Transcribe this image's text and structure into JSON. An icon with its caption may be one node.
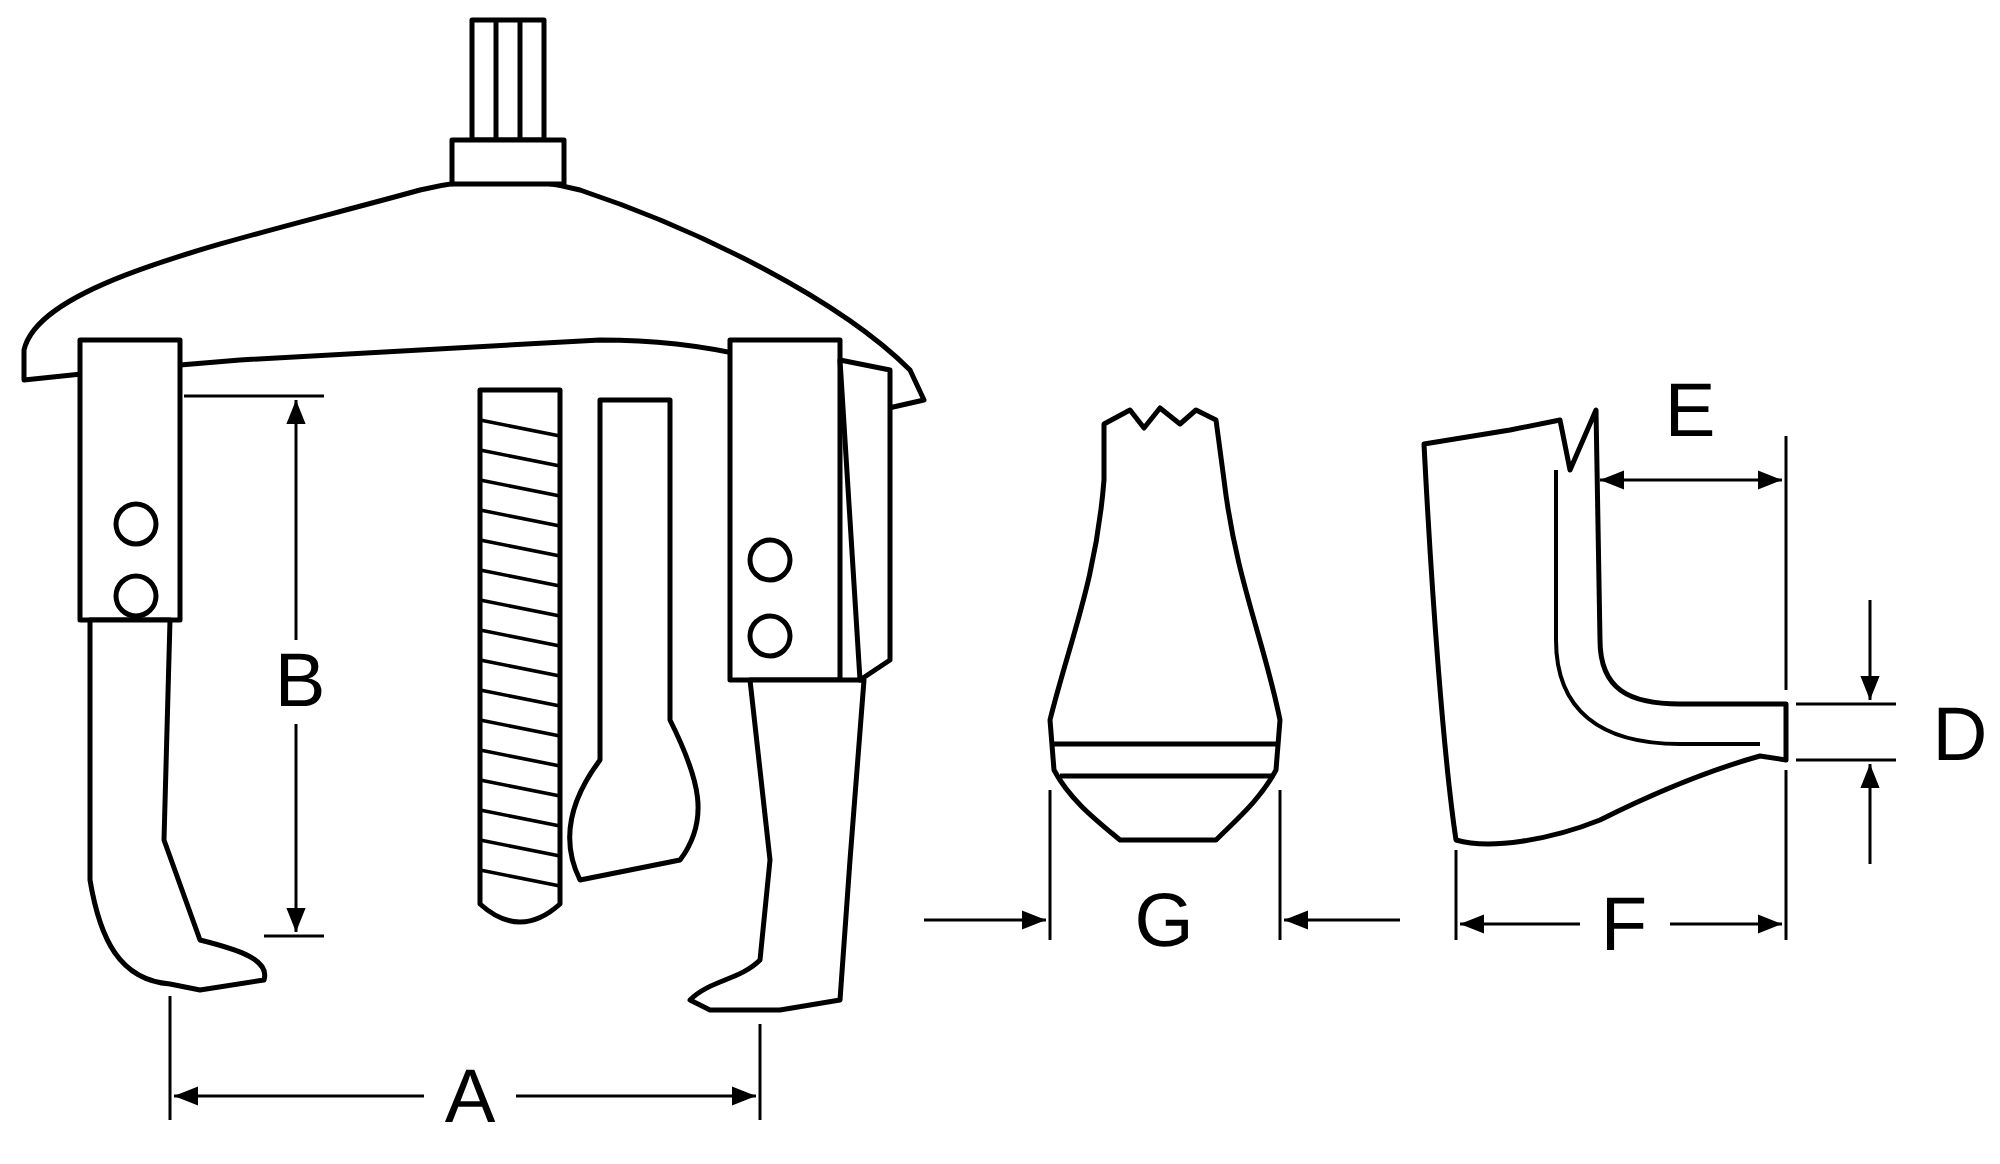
{
  "diagram": {
    "labels": [
      "E",
      "B",
      "D",
      "G",
      "F",
      "A"
    ]
  }
}
